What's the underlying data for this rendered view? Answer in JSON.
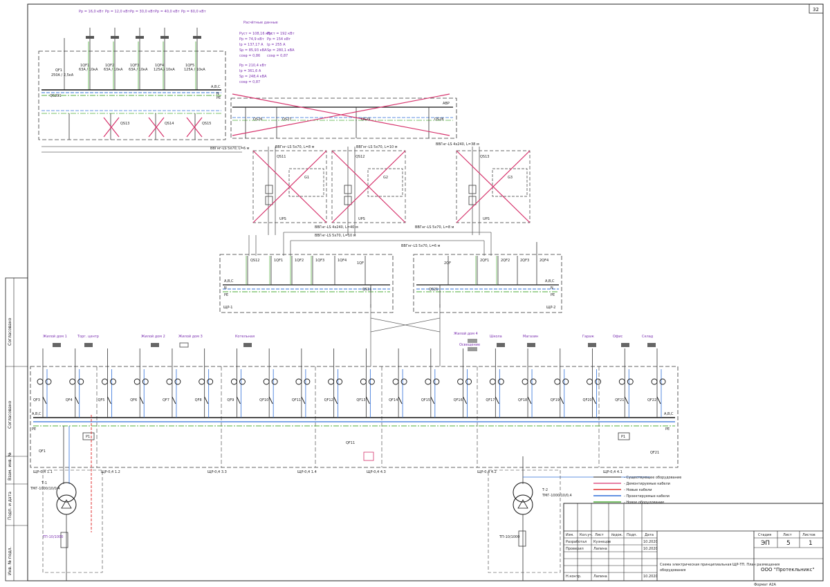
{
  "sheet": {
    "number": "32",
    "format": "Формат А2А"
  },
  "left_strip": [
    "Согласовано",
    "Согласовано",
    "Взам. инв. №",
    "Подп. и дата",
    "Инв. № подл."
  ],
  "busbars": {
    "abc": "A,B,C",
    "n": "N",
    "pe": "PE"
  },
  "top_panel": {
    "main_switch": "QF1",
    "main_switch_spec": "250А / 2,5кА",
    "isolator": "QS291",
    "feeders": [
      {
        "tag": "1QF1",
        "spec": "63А / 10кА"
      },
      {
        "tag": "1QF2",
        "spec": "63А / 10кА"
      },
      {
        "tag": "1QF3",
        "spec": "63А / 10кА"
      },
      {
        "tag": "1QF4",
        "spec": "125А / 10кА"
      },
      {
        "tag": "1QF5",
        "spec": "125А / 10кА"
      }
    ],
    "crossed_switches": [
      "QS13",
      "QS14",
      "QS15"
    ],
    "load_labels": [
      "Рр = 16,0 кВт",
      "Рр = 12,0 кВт",
      "Рр = 30,0 кВт",
      "Рр = 40,0 кВт",
      "Рр = 60,0 кВт"
    ]
  },
  "calc_note": {
    "header": "Расчётные данные",
    "left": [
      "Руст = 108,16 кВт",
      "Рр = 74,9 кВт",
      "Iр = 137,17 А",
      "Sр = 85,93 кВА",
      "cosφ = 0,86"
    ],
    "right": [
      "Руст = 192 кВт",
      "Рр = 154 кВт",
      "Iр = 255 А",
      "Sр = 280,1 кВА",
      "cosφ = 0,87"
    ],
    "extra": [
      "Рр = 210,4 кВт",
      "Iр = 361,6 А",
      "Sр = 248,4 кВА",
      "cosφ = 0,87"
    ]
  },
  "top_right_panel": {
    "switches": [
      "QS26",
      "QS27",
      "QS29",
      "QS28"
    ],
    "label": "АВР"
  },
  "cables": [
    "ВВГнг-LS 5х70, L=6 м",
    "ВВГнг-LS 5х70, L=8 м",
    "ВВГнг-LS 5х70, L=10 м",
    "ВВГнг-LS 4х240, L=38 м",
    "ВВГнг-LS 4х240, L=40 м"
  ],
  "mid_modules": [
    {
      "switch": "QS11",
      "battery": "UPS",
      "inverter": "G1"
    },
    {
      "switch": "QS12",
      "battery": "UPS",
      "inverter": "G2"
    },
    {
      "switch": "QS13",
      "battery": "UPS",
      "inverter": "G3"
    }
  ],
  "lower_panels": [
    {
      "name": "ЩР-1",
      "feeders": [
        "QS12",
        "1QF1",
        "1QF2",
        "1QF3",
        "1QF4",
        "1QF"
      ],
      "main": "QS11"
    },
    {
      "name": "ЩР-2",
      "feeders": [
        "2QF",
        "2QF1",
        "2QF2",
        "2QF3",
        "2QF4"
      ],
      "main": "QS21"
    }
  ],
  "switchboard": {
    "sections": [
      "ЩР-0,4 1.1",
      "ЩР-0,4 1.2",
      "ЩР-0,4 3.3",
      "ЩР-0,4 1.4",
      "ЩР-0,4 4.3",
      "ЩР-0,4 4.2",
      "ЩР-0,4 4.1"
    ],
    "feeders": [
      "QF3",
      "QF4",
      "QF5",
      "QF6",
      "QF7",
      "QF8",
      "QF9",
      "QF10",
      "QF11",
      "QF12",
      "QF13",
      "QF14",
      "QF15",
      "QF16",
      "QF17",
      "QF18",
      "QF19",
      "QF20",
      "QF21",
      "QF22"
    ],
    "top_loads": [
      "Жилой дом 1",
      "Торг. центр",
      "Жилой дом 2",
      "Жилой дом 3",
      "Котельная",
      "Жилой дом 4",
      "Школа",
      "Магазин",
      "Гараж",
      "Офис",
      "Склад",
      "Освещение"
    ],
    "section_switch": "QF11",
    "meter": "Р1"
  },
  "transformers": [
    {
      "tag": "Т-1",
      "spec": "ТМГ-1000/10/0,4",
      "cell": "ТП-10/1000",
      "breaker": "QF1"
    },
    {
      "tag": "Т-2",
      "spec": "ТМГ-1000/10/0,4",
      "cell": "ТП-10/1000",
      "breaker": "QF21"
    }
  ],
  "legend": {
    "items": [
      {
        "label": "- Существующее оборудование",
        "color": "#222222"
      },
      {
        "label": "- Демонтируемые кабели",
        "color": "#d6336c"
      },
      {
        "label": "- Новые кабели",
        "color": "#e03131"
      },
      {
        "label": "- Проектируемые кабели",
        "color": "#2f6fd8"
      },
      {
        "label": "- Новое оборудование",
        "color": "#4fae3a"
      }
    ]
  },
  "title_block": {
    "cols": [
      "Изм.",
      "Кол.уч.",
      "Лист",
      "№док.",
      "Подп.",
      "Дата"
    ],
    "roles": [
      {
        "role": "Разработал",
        "name": "Кузнецов",
        "date": "10.2020"
      },
      {
        "role": "Проверил",
        "name": "Лапина",
        "date": "10.2020"
      },
      {
        "role": "Н.контр.",
        "name": "Лапина",
        "date": "10.2020"
      }
    ],
    "stage_hdr": "Стадия",
    "sheet_hdr": "Лист",
    "sheets_hdr": "Листов",
    "stage": "ЭП",
    "sheet": "5",
    "sheets": "1",
    "drawing_title": "Схема электрическая принципиальная ЩР-ТП. План размещения",
    "drawing_title2": "оборудования",
    "company": "ООО \"Протекльникс\""
  }
}
